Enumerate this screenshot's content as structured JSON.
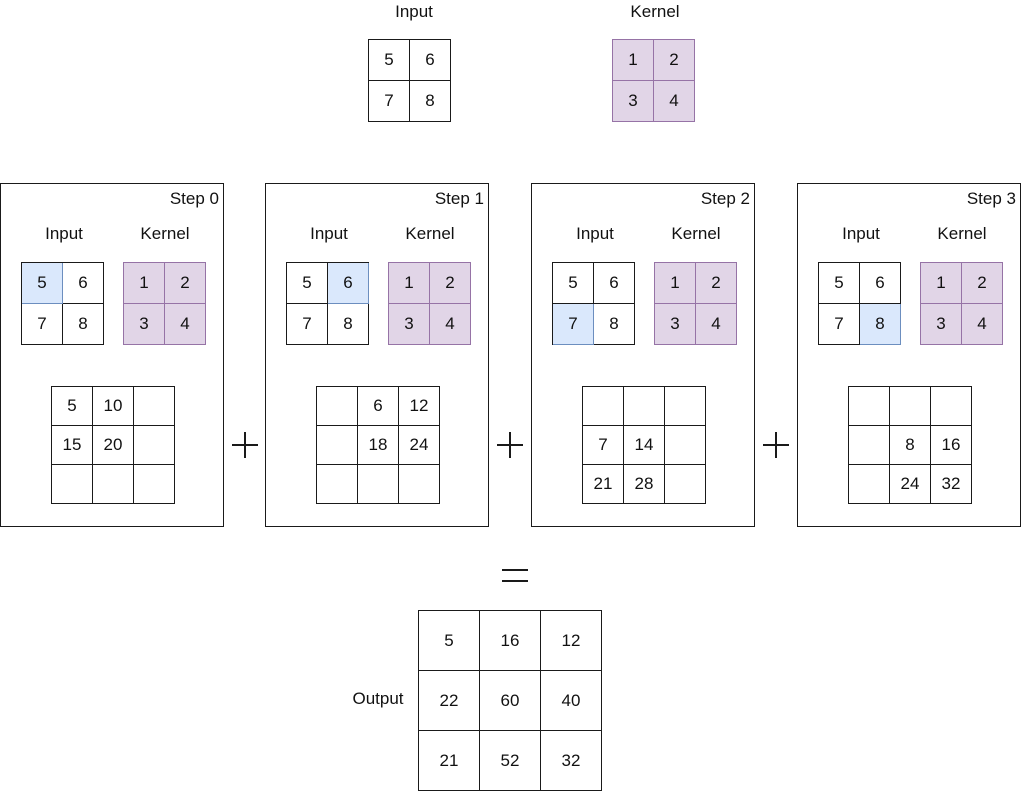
{
  "header": {
    "input_label": "Input",
    "kernel_label": "Kernel",
    "input": [
      [
        "5",
        "6"
      ],
      [
        "7",
        "8"
      ]
    ],
    "kernel": [
      [
        "1",
        "2"
      ],
      [
        "3",
        "4"
      ]
    ]
  },
  "colors": {
    "highlight_fill": "#dae8fc",
    "highlight_stroke": "#6c8ebf",
    "kernel_fill": "#e1d5e7",
    "kernel_stroke": "#9673a6"
  },
  "steps": [
    {
      "title": "Step 0",
      "input_label": "Input",
      "kernel_label": "Kernel",
      "input": [
        [
          "5",
          "6"
        ],
        [
          "7",
          "8"
        ]
      ],
      "highlight": [
        0,
        0
      ],
      "kernel": [
        [
          "1",
          "2"
        ],
        [
          "3",
          "4"
        ]
      ],
      "result": [
        [
          "5",
          "10",
          ""
        ],
        [
          "15",
          "20",
          ""
        ],
        [
          "",
          "",
          ""
        ]
      ]
    },
    {
      "title": "Step 1",
      "input_label": "Input",
      "kernel_label": "Kernel",
      "input": [
        [
          "5",
          "6"
        ],
        [
          "7",
          "8"
        ]
      ],
      "highlight": [
        0,
        1
      ],
      "kernel": [
        [
          "1",
          "2"
        ],
        [
          "3",
          "4"
        ]
      ],
      "result": [
        [
          "",
          "6",
          "12"
        ],
        [
          "",
          "18",
          "24"
        ],
        [
          "",
          "",
          ""
        ]
      ]
    },
    {
      "title": "Step 2",
      "input_label": "Input",
      "kernel_label": "Kernel",
      "input": [
        [
          "5",
          "6"
        ],
        [
          "7",
          "8"
        ]
      ],
      "highlight": [
        1,
        0
      ],
      "kernel": [
        [
          "1",
          "2"
        ],
        [
          "3",
          "4"
        ]
      ],
      "result": [
        [
          "",
          "",
          ""
        ],
        [
          "7",
          "14",
          ""
        ],
        [
          "21",
          "28",
          ""
        ]
      ]
    },
    {
      "title": "Step 3",
      "input_label": "Input",
      "kernel_label": "Kernel",
      "input": [
        [
          "5",
          "6"
        ],
        [
          "7",
          "8"
        ]
      ],
      "highlight": [
        1,
        1
      ],
      "kernel": [
        [
          "1",
          "2"
        ],
        [
          "3",
          "4"
        ]
      ],
      "result": [
        [
          "",
          "",
          ""
        ],
        [
          "",
          "8",
          "16"
        ],
        [
          "",
          "24",
          "32"
        ]
      ]
    }
  ],
  "operators": {
    "plus": "plus-sign",
    "equals": "equals-sign"
  },
  "output": {
    "label": "Output",
    "values": [
      [
        "5",
        "16",
        "12"
      ],
      [
        "22",
        "60",
        "40"
      ],
      [
        "21",
        "52",
        "32"
      ]
    ]
  }
}
